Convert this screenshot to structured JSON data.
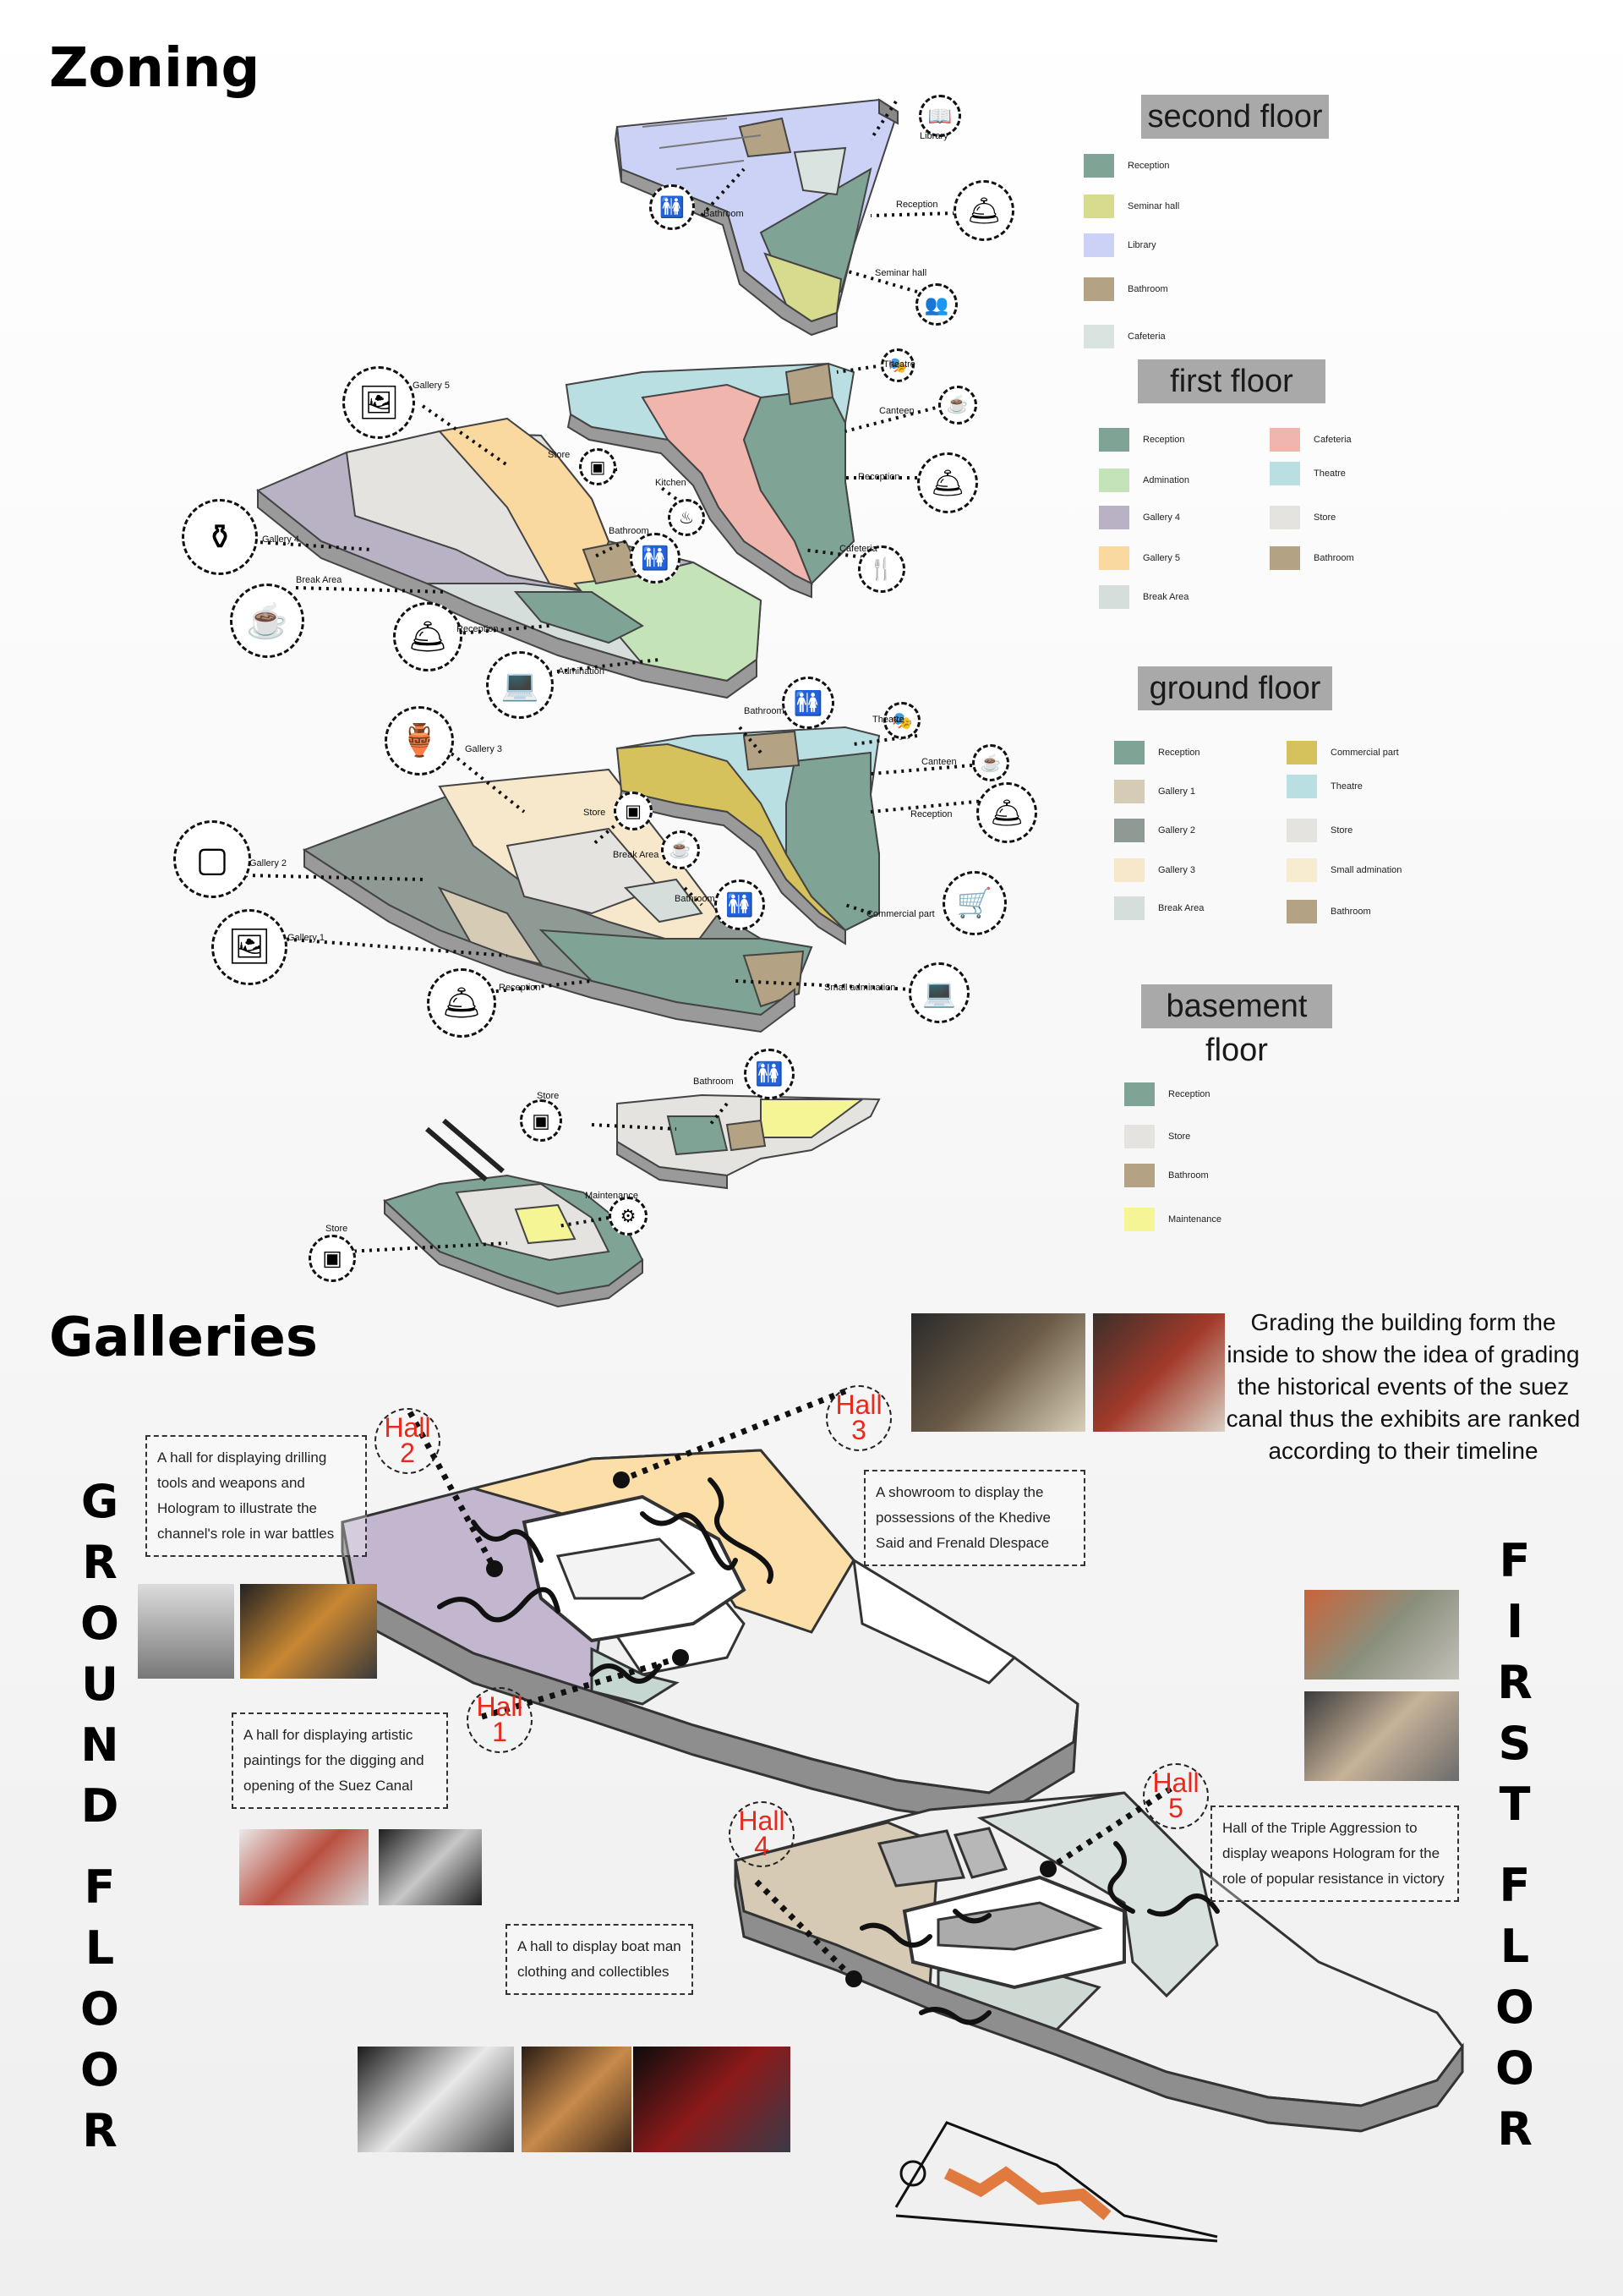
{
  "headings": {
    "zoning": "Zoning",
    "galleries": "Galleries"
  },
  "floors": {
    "second": {
      "title": "second floor",
      "legend": [
        {
          "label": "Reception",
          "color": "#7fa394"
        },
        {
          "label": "Seminar hall",
          "color": "#d6db8d"
        },
        {
          "label": "Library",
          "color": "#ccd2f5"
        },
        {
          "label": "Bathroom",
          "color": "#b3a283"
        },
        {
          "label": "Cafeteria",
          "color": "#d9e3e0"
        }
      ]
    },
    "first": {
      "title": "first floor",
      "legend": [
        {
          "label": "Reception",
          "color": "#7fa394"
        },
        {
          "label": "Admination",
          "color": "#c5e3b8"
        },
        {
          "label": "Gallery 4",
          "color": "#b9b1c4"
        },
        {
          "label": "Gallery 5",
          "color": "#fad9a1"
        },
        {
          "label": "Break Area",
          "color": "#d6dedb"
        },
        {
          "label": "Cafeteria",
          "color": "#f0b6ad"
        },
        {
          "label": "Theatre",
          "color": "#b9dfe3"
        },
        {
          "label": "Store",
          "color": "#e5e3e0"
        },
        {
          "label": "Bathroom",
          "color": "#b3a283"
        }
      ]
    },
    "ground": {
      "title": "ground floor",
      "legend": [
        {
          "label": "Reception",
          "color": "#7fa394"
        },
        {
          "label": "Gallery 1",
          "color": "#d6cbb5"
        },
        {
          "label": "Gallery 2",
          "color": "#8f9a94"
        },
        {
          "label": "Gallery 3",
          "color": "#f7e8cc"
        },
        {
          "label": "Break Area",
          "color": "#d6dedb"
        },
        {
          "label": "Commercial part",
          "color": "#d6c25c"
        },
        {
          "label": "Theatre",
          "color": "#b9dfe3"
        },
        {
          "label": "Store",
          "color": "#e5e3e0"
        },
        {
          "label": "Small admination",
          "color": "#f7eccf"
        },
        {
          "label": "Bathroom",
          "color": "#b3a283"
        }
      ]
    },
    "basement": {
      "title": "basement floor",
      "legend": [
        {
          "label": "Reception",
          "color": "#7fa394"
        },
        {
          "label": "Store",
          "color": "#e5e3e0"
        },
        {
          "label": "Bathroom",
          "color": "#b3a283"
        },
        {
          "label": "Maintenance",
          "color": "#f5f596"
        }
      ]
    }
  },
  "diagram_labels": {
    "second": [
      "Library",
      "Bathroom",
      "Reception",
      "Seminar hall"
    ],
    "first": [
      "Gallery 5",
      "Store",
      "Kitchen",
      "Theatre",
      "Canteen",
      "Reception",
      "Bathroom",
      "Cafeteria",
      "Gallery 4",
      "Break Area",
      "Reception",
      "Admination"
    ],
    "ground": [
      "Gallery 3",
      "Bathroom",
      "Theatre",
      "Canteen",
      "Store",
      "Reception",
      "Break Area",
      "Gallery 2",
      "Bathroom",
      "Commercial part",
      "Gallery 1",
      "Reception",
      "Small admination"
    ],
    "basement": [
      "Store",
      "Bathroom",
      "Maintenance",
      "Store"
    ]
  },
  "galleries": {
    "ground_vertical": "GROUND FLOOR",
    "first_vertical": "FIRST FLOOR",
    "halls": [
      {
        "label": "Hall",
        "num": "1"
      },
      {
        "label": "Hall",
        "num": "2"
      },
      {
        "label": "Hall",
        "num": "3"
      },
      {
        "label": "Hall",
        "num": "4"
      },
      {
        "label": "Hall",
        "num": "5"
      }
    ],
    "notes": {
      "hall2": "A hall for displaying drilling tools and weapons and Hologram to illustrate the channel's role in war battles",
      "hall1": "A hall for displaying artistic paintings for the digging and opening of the Suez Canal",
      "hall3": "A showroom to display the possessions of the Khedive Said and Frenald Dlespace",
      "hall5": "Hall of the Triple Aggression to display weapons Hologram for the role of popular resistance in victory",
      "hall4": "A hall to display boat man clothing and collectibles"
    },
    "grading": "Grading the building form the inside to show the idea of grading the historical events of the suez canal thus the exhibits are ranked according to their timeline"
  }
}
